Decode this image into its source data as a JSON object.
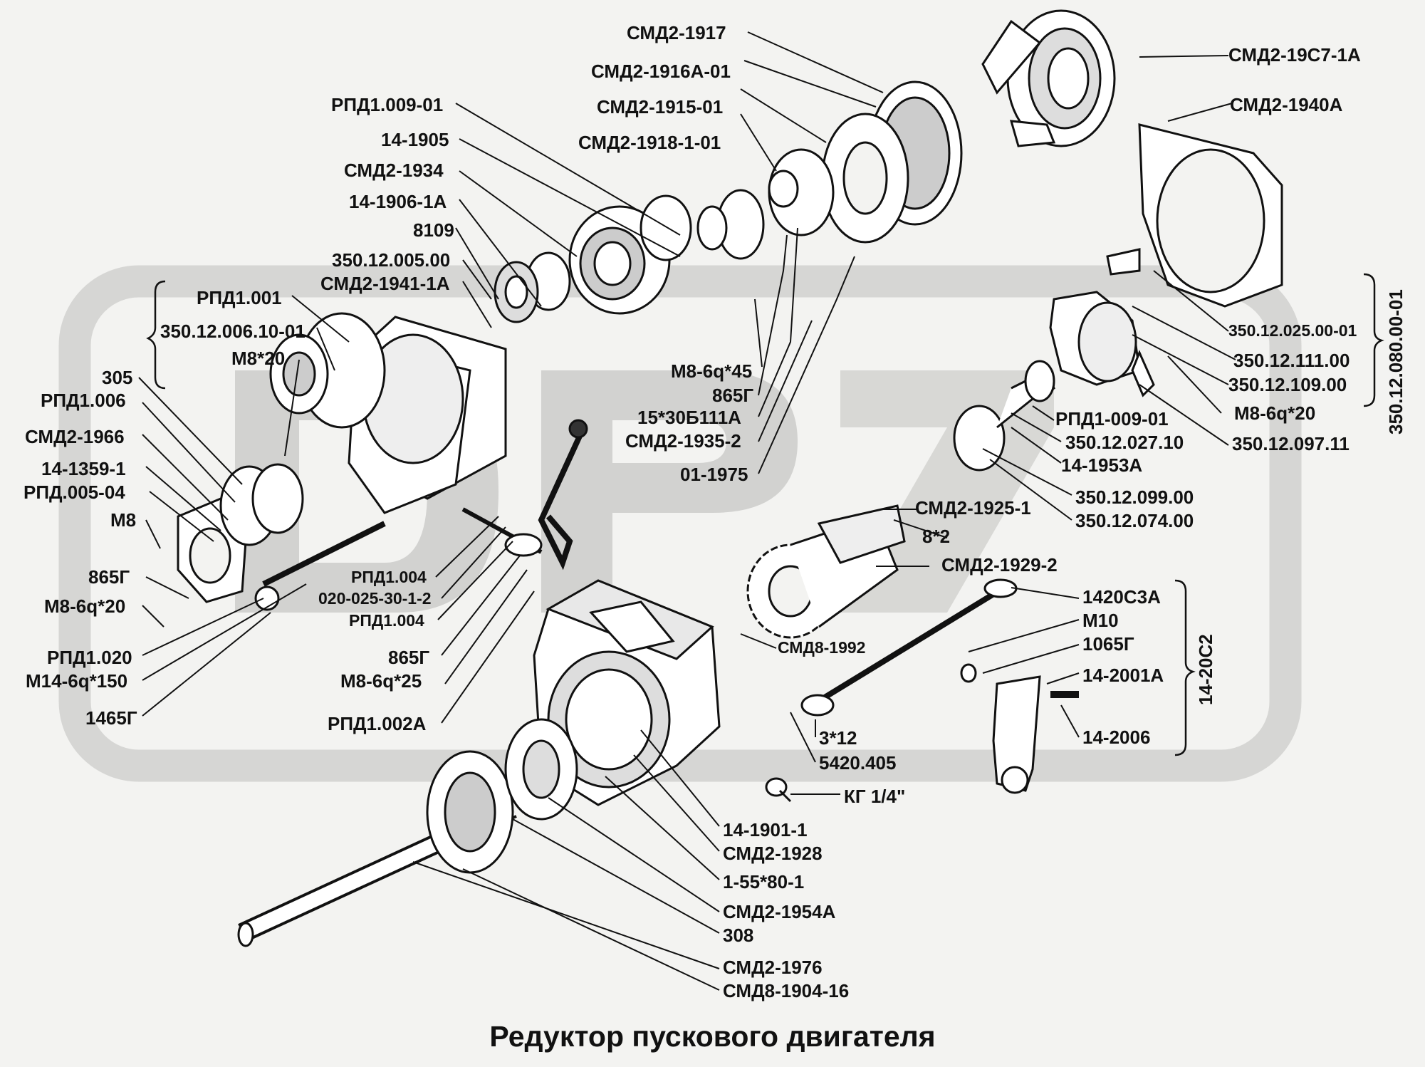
{
  "title": "Редуктор пускового двигателя",
  "watermark": "DP",
  "labels": {
    "smd2_1917": "СМД2-1917",
    "smd2_1916a_01": "СМД2-1916А-01",
    "smd2_1915_01": "СМД2-1915-01",
    "smd2_1918_1_01": "СМД2-1918-1-01",
    "rpd1_009_01": "РПД1.009-01",
    "n14_1905": "14-1905",
    "smd2_1934": "СМД2-1934",
    "n14_1906_1a": "14-1906-1А",
    "n8109": "8109",
    "n350_12_005_00": "350.12.005.00",
    "smd2_1941_1a": "СМД2-1941-1А",
    "rpd1_001": "РПД1.001",
    "n350_12_006_10_01": "350.12.006.10-01",
    "m8x20": "М8*20",
    "n305": "305",
    "rpd1_006": "РПД1.006",
    "smd2_1966": "СМД2-1966",
    "n14_1359_1": "14-1359-1",
    "rpd_005_04": "РПД.005-04",
    "m8": "М8",
    "n865g_left": "865Г",
    "m8_6q20_left": "М8-6q*20",
    "rpd1_020": "РПД1.020",
    "m14_6q150": "М14-6q*150",
    "n1465g": "1465Г",
    "m8_6q45": "М8-6q*45",
    "n865g_mid": "865Г",
    "n15x30b111a": "15*30Б111А",
    "smd2_1935_2": "СМД2-1935-2",
    "n01_1975": "01-1975",
    "rpd1_004_a": "РПД1.004",
    "n020_025": "020-025-30-1-2",
    "rpd1_004_b": "РПД1.004",
    "n865g_low": "865Г",
    "m8_6q25": "М8-6q*25",
    "rpd1_002a": "РПД1.002А",
    "smd2_19c7_1a": "СМД2-19С7-1А",
    "smd2_1940a": "СМД2-1940А",
    "n350_12_025": "350.12.025.00-01",
    "n350_12_111": "350.12.111.00",
    "n350_12_109": "350.12.109.00",
    "m8_6q20_right": "М8-6q*20",
    "n350_12_097": "350.12.097.11",
    "rpd1_009_01b": "РПД1-009-01",
    "n350_12_027": "350.12.027.10",
    "n14_1953a": "14-1953А",
    "n350_12_099": "350.12.099.00",
    "n350_12_074": "350.12.074.00",
    "smd2_1925_1": "СМД2-1925-1",
    "n8x2": "8*2",
    "smd2_1929_2": "СМД2-1929-2",
    "smd8_1992": "СМД8-1992",
    "n1420c3a": "1420С3А",
    "m10": "М10",
    "n1065g": "1065Г",
    "n14_2001a": "14-2001А",
    "n14_2006": "14-2006",
    "n3x12": "3*12",
    "n5420_405": "5420.405",
    "kg14": "КГ 1/4\"",
    "n14_1901_1": "14-1901-1",
    "smd2_1928": "СМД2-1928",
    "n1_55x80_1": "1-55*80-1",
    "smd2_1954a": "СМД2-1954А",
    "n308": "308",
    "smd2_1976": "СМД2-1976",
    "smd8_1904_16": "СМД8-1904-16"
  },
  "group_labels": {
    "assembly_right": "350.12.080.00-01",
    "assembly_lower": "14-20С2"
  }
}
